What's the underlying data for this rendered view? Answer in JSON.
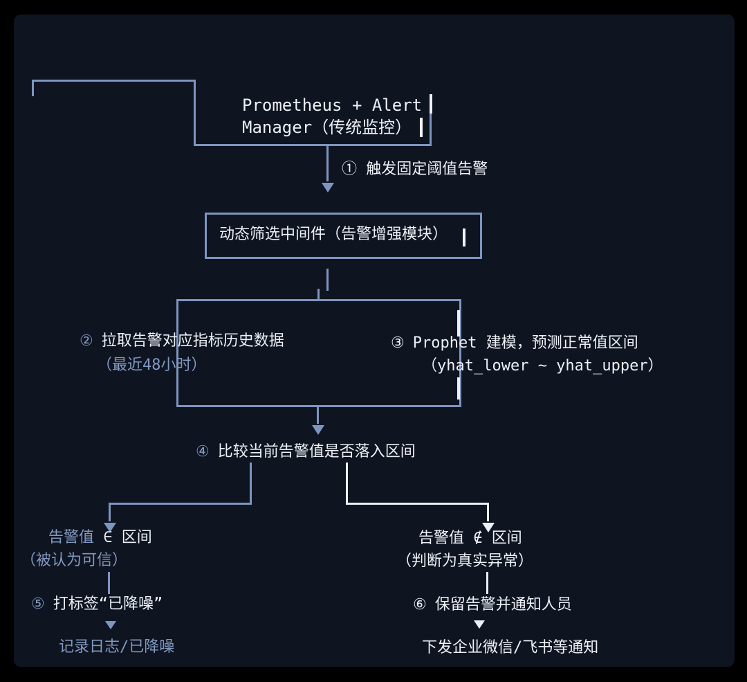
{
  "window": {
    "controls": {
      "close_color": "#f95f57",
      "minimize_color": "#fbbd2e",
      "maximize_color": "#29c73f"
    },
    "background": "#0f1421"
  },
  "colors": {
    "page_background": "#000000",
    "line_blue": "#7e96bf",
    "line_white": "#edf0f5",
    "text_white": "#edf0f5",
    "text_blue": "#8199c0"
  },
  "flowchart": {
    "source_box": {
      "line1": "Prometheus + Alert",
      "line2": "Manager（传统监控）"
    },
    "step1_label": "① 触发固定阈值告警",
    "middleware_box": {
      "label": "动态筛选中间件（告警增强模块）"
    },
    "step2": {
      "num": "②",
      "text": "拉取告警对应指标历史数据",
      "note": "（最近48小时）"
    },
    "step3": {
      "num": "③",
      "text": "Prophet 建模，预测正常值区间",
      "note": "（yhat_lower ~ yhat_upper）"
    },
    "step4": {
      "num": "④",
      "text": "比较当前告警值是否落入区间"
    },
    "left_branch": {
      "cond_subject": "告警值",
      "cond_op": " ∈ ",
      "cond_object": "区间",
      "note": "（被认为可信）",
      "action_num": "⑤",
      "action_text": "打标签“已降噪”",
      "result": "记录日志/已降噪"
    },
    "right_branch": {
      "cond": "告警值 ∉ 区间",
      "note": "（判断为真实异常）",
      "action_num": "⑥",
      "action_text": "保留告警并通知人员",
      "result": "下发企业微信/飞书等通知"
    }
  }
}
